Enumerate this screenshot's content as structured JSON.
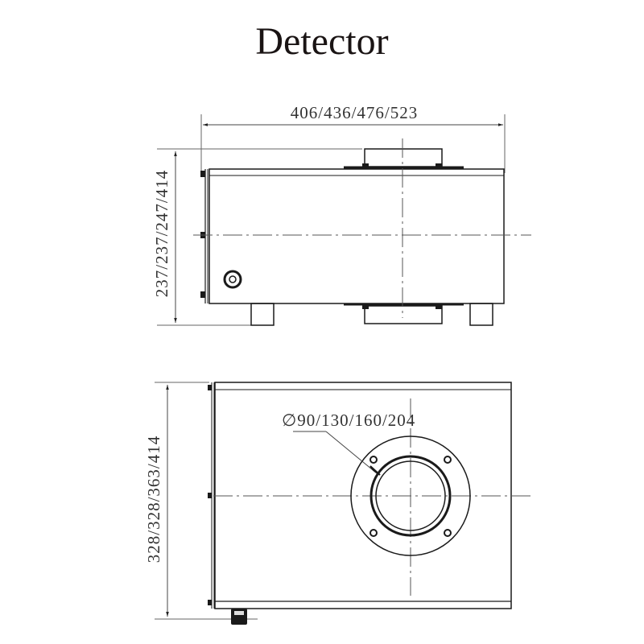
{
  "title": "Detector",
  "side_view": {
    "width_dimension": "406/436/476/523",
    "height_dimension": "237/237/247/414"
  },
  "top_view": {
    "height_dimension": "328/328/363/414",
    "aperture_diameter": "∅90/130/160/204"
  },
  "colors": {
    "line": "#1a1a1a",
    "dim_line": "#555555",
    "text": "#333333"
  }
}
